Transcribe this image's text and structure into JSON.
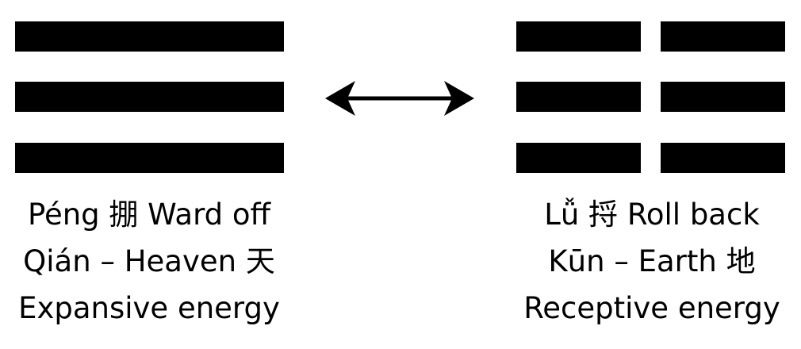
{
  "left": {
    "trigram_name": "Qián",
    "lines": [
      "solid",
      "solid",
      "solid"
    ],
    "caption": [
      "Péng 掤 Ward off",
      "Qián – Heaven 天",
      "Expansive energy"
    ]
  },
  "right": {
    "trigram_name": "Kūn",
    "lines": [
      "broken",
      "broken",
      "broken"
    ],
    "caption": [
      "Lǚ 捋 Roll back",
      "Kūn – Earth 地",
      "Receptive energy"
    ]
  },
  "connector": {
    "type": "double-headed-arrow",
    "color": "#000000"
  }
}
